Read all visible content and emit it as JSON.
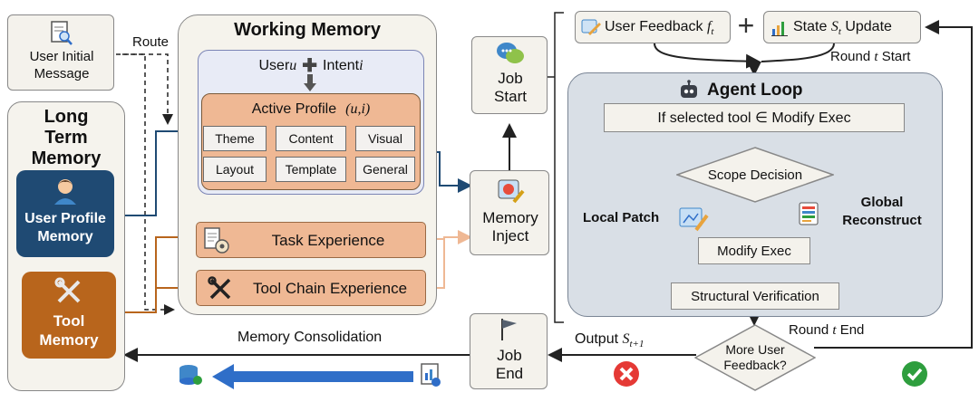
{
  "user_initial_message": {
    "line1": "User Initial",
    "line2": "Message"
  },
  "route_label": "Route",
  "long_term_memory": {
    "line1": "Long",
    "line2": "Term",
    "line3": "Memory"
  },
  "user_profile_memory": {
    "line1": "User Profile",
    "line2": "Memory"
  },
  "tool_memory": {
    "line1": "Tool",
    "line2": "Memory"
  },
  "working_memory": {
    "title": "Working Memory",
    "user_prefix": "User ",
    "user_var": "u",
    "intent_prefix": "Intent ",
    "intent_var": "i",
    "active_profile": "Active Profile",
    "active_profile_vars": "(u,i)",
    "cells": [
      "Theme",
      "Content",
      "Visual",
      "Layout",
      "Template",
      "General"
    ],
    "task_experience": "Task Experience",
    "tool_chain_experience": "Tool Chain Experience"
  },
  "memory_consolidation": "Memory Consolidation",
  "job_start": {
    "line1": "Job",
    "line2": "Start"
  },
  "memory_inject": {
    "line1": "Memory",
    "line2": "Inject"
  },
  "job_end": {
    "line1": "Job",
    "line2": "End"
  },
  "user_feedback": {
    "text": "User Feedback ",
    "var": "f",
    "sub": "t"
  },
  "plus": "+",
  "state_update": {
    "text1": "State ",
    "var": "S",
    "sub": "t",
    "text2": " Update"
  },
  "round_start": {
    "pre": "Round ",
    "var": "t",
    "post": " Start"
  },
  "agent_loop": {
    "title": "Agent Loop",
    "if_selected": "If selected tool ∈ Modify Exec",
    "scope_decision": "Scope Decision",
    "local_patch": "Local Patch",
    "global_reconstruct_1": "Global",
    "global_reconstruct_2": "Reconstruct",
    "modify_exec": "Modify Exec",
    "structural_verification": "Structural Verification"
  },
  "round_end": {
    "pre": "Round ",
    "var": "t",
    "post": " End"
  },
  "output": {
    "text": "Output ",
    "var": "S",
    "sub": "t+1"
  },
  "more_feedback": {
    "line1": "More User",
    "line2": "Feedback?"
  },
  "colors": {
    "navy": "#1f4a73",
    "orange": "#b8651c",
    "peach": "#efb894",
    "agent_bg": "#d9dfe6",
    "blue_arrow": "#2f6ec8",
    "red": "#e53935",
    "green": "#2e9e3e"
  }
}
